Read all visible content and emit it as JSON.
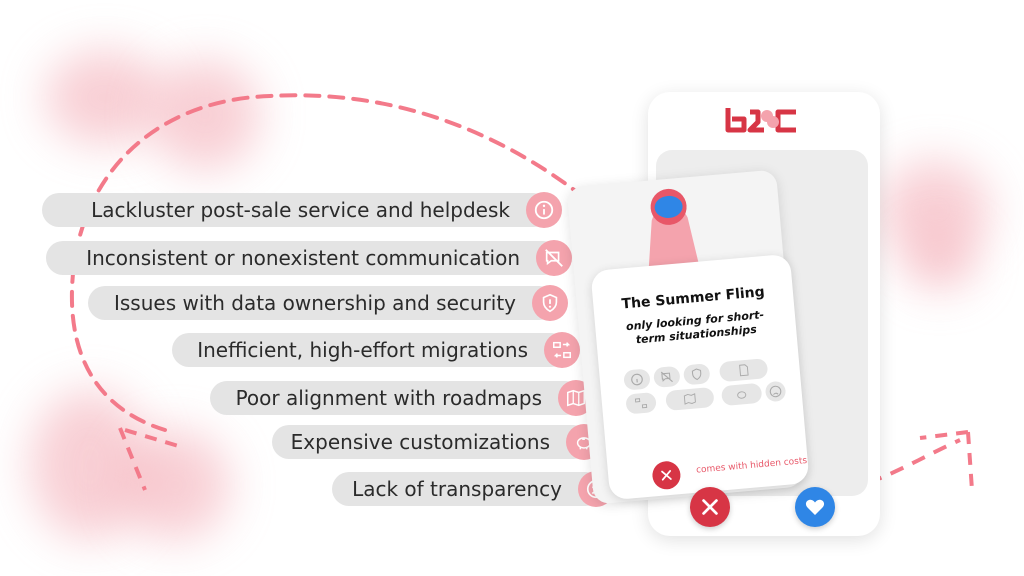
{
  "colors": {
    "accent": "#f4a3ad",
    "red": "#d73545",
    "blue": "#2f86e6",
    "pill": "#e4e4e4"
  },
  "logo_text": "b2c",
  "pain_points": [
    {
      "label": "Lackluster post-sale service and helpdesk",
      "icon": "info-circle-icon"
    },
    {
      "label": "Inconsistent or nonexistent communication",
      "icon": "no-chat-icon"
    },
    {
      "label": "Issues with data ownership and security",
      "icon": "shield-alert-icon"
    },
    {
      "label": "Inefficient, high-effort migrations",
      "icon": "migration-icon"
    },
    {
      "label": "Poor alignment with roadmaps",
      "icon": "map-icon"
    },
    {
      "label": "Expensive customizations",
      "icon": "piggy-bank-icon"
    },
    {
      "label": "Lack of transparency",
      "icon": "sad-face-icon"
    }
  ],
  "profile": {
    "title": "The Summer Fling",
    "subtitle": "only looking for short-term situationships",
    "warning": "comes with hidden costs"
  }
}
